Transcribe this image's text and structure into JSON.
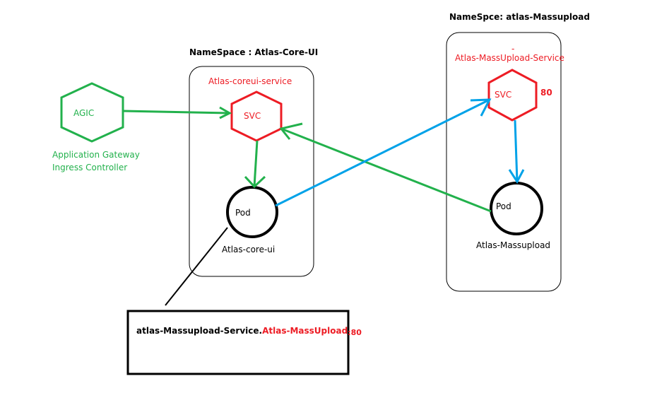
{
  "colors": {
    "green": "#22b14c",
    "red": "#ed1c24",
    "blue": "#00a2e8",
    "black": "#000000"
  },
  "agic": {
    "label": "AGIC",
    "caption_line1": "Application Gateway",
    "caption_line2": "Ingress Controller"
  },
  "namespace_core": {
    "title": "NameSpace : Atlas-Core-UI",
    "service_name": "Atlas-coreui-service",
    "svc_label": "SVC",
    "pod_label": "Pod",
    "pod_name": "Atlas-core-ui"
  },
  "namespace_mass": {
    "title": "NameSpce: atlas-Massupload",
    "dash": "-",
    "service_name": "Atlas-MassUpload-Service",
    "svc_label": "SVC",
    "port": "80",
    "pod_label": "Pod",
    "pod_name": "Atlas-Massupload"
  },
  "callout": {
    "text_black": "atlas-Massupload-Service.",
    "text_red": "Atlas-MassUpload",
    "text_port": ":80"
  }
}
